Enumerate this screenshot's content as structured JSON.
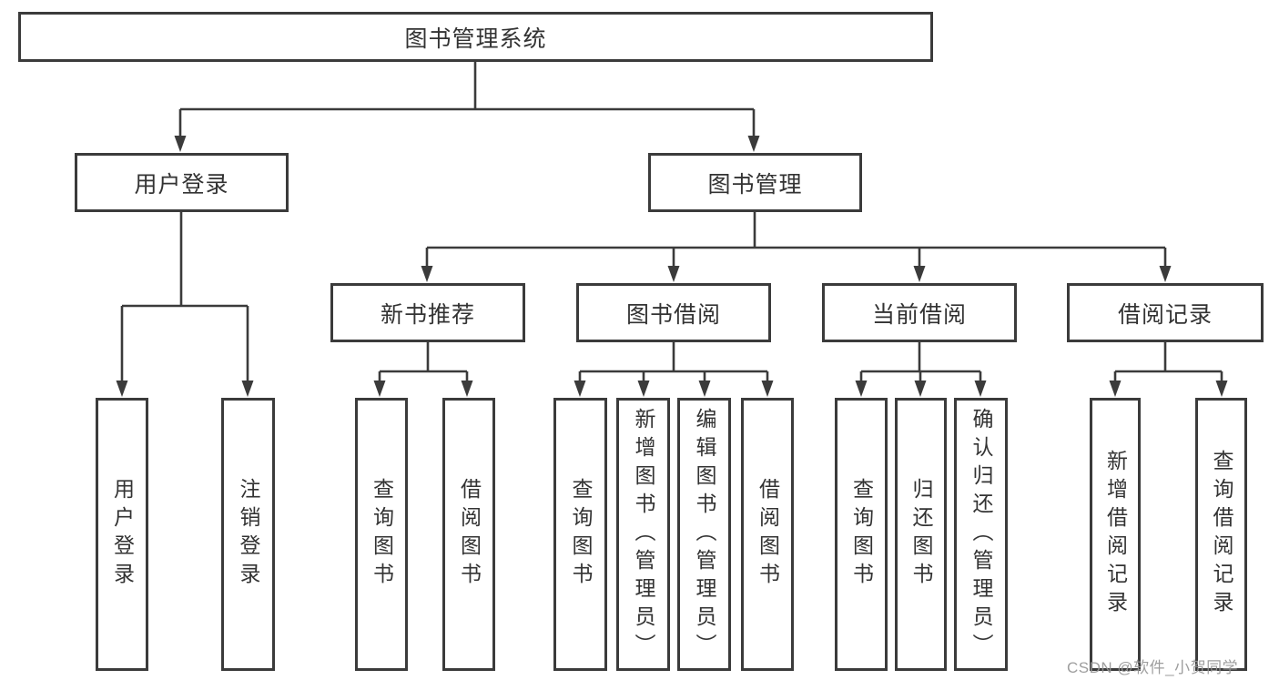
{
  "tree": {
    "label": "图书管理系统",
    "children": [
      {
        "label": "用户登录",
        "children": [
          {
            "label": "用户登录"
          },
          {
            "label": "注销登录"
          }
        ]
      },
      {
        "label": "图书管理",
        "children": [
          {
            "label": "新书推荐",
            "children": [
              {
                "label": "查询图书"
              },
              {
                "label": "借阅图书"
              }
            ]
          },
          {
            "label": "图书借阅",
            "children": [
              {
                "label": "查询图书"
              },
              {
                "label": "新增图书（管理员）"
              },
              {
                "label": "编辑图书（管理员）"
              },
              {
                "label": "借阅图书"
              }
            ]
          },
          {
            "label": "当前借阅",
            "children": [
              {
                "label": "查询图书"
              },
              {
                "label": "归还图书"
              },
              {
                "label": "确认归还（管理员）"
              }
            ]
          },
          {
            "label": "借阅记录",
            "children": [
              {
                "label": "新增借阅记录"
              },
              {
                "label": "查询借阅记录"
              }
            ]
          }
        ]
      }
    ]
  },
  "watermark": "CSDN @软件_小贺同学",
  "colors": {
    "line": "#3b3b3b",
    "box_border": "#3b3b3b",
    "text": "#333333",
    "watermark": "#969696",
    "background": "#ffffff"
  }
}
